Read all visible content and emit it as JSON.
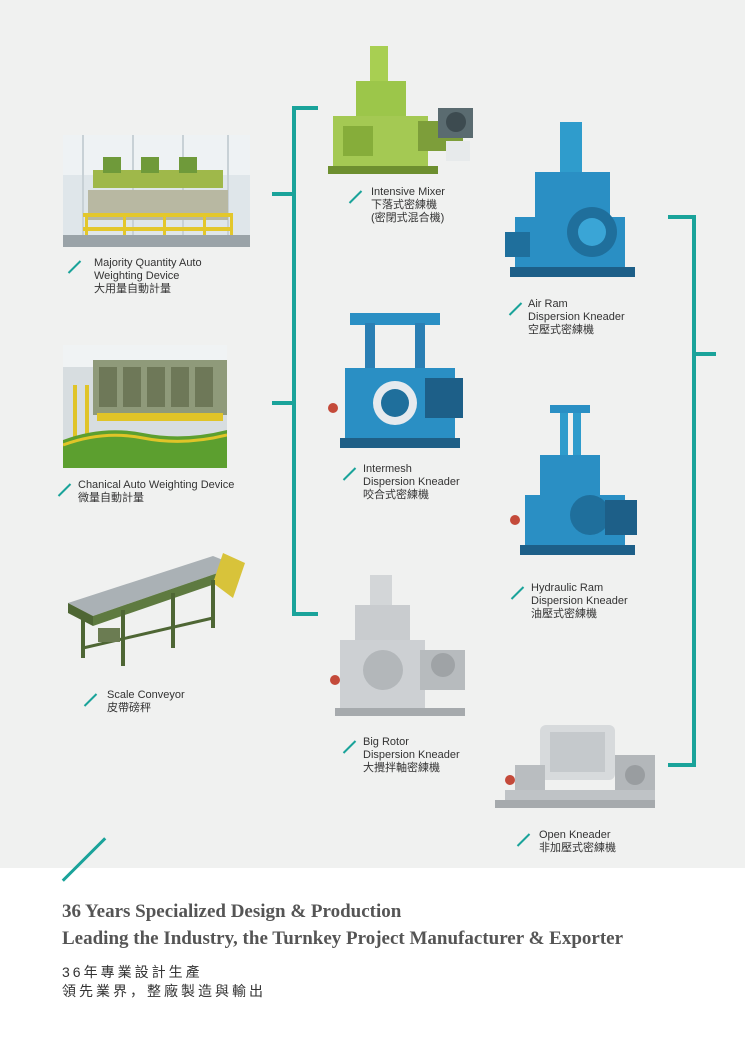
{
  "products": {
    "majority_weighting": {
      "en1": "Majority Quantity Auto",
      "en2": "Weighting Device",
      "cn": "大用量自動計量"
    },
    "chemical_weighting": {
      "en1": "Chanical Auto Weighting Device",
      "cn": "微量自動計量"
    },
    "scale_conveyor": {
      "en1": "Scale Conveyor",
      "cn": "皮帶磅秤"
    },
    "intensive_mixer": {
      "en1": "Intensive Mixer",
      "cn1": "下落式密練機",
      "cn2": "(密閉式混合機)"
    },
    "intermesh_kneader": {
      "en1": "Intermesh",
      "en2": "Dispersion Kneader",
      "cn": "咬合式密練機"
    },
    "big_rotor_kneader": {
      "en1": "Big Rotor",
      "en2": "Dispersion Kneader",
      "cn": "大攪拌軸密練機"
    },
    "air_ram_kneader": {
      "en1": "Air Ram",
      "en2": "Dispersion Kneader",
      "cn": "空壓式密練機"
    },
    "hydraulic_ram_kneader": {
      "en1": "Hydraulic Ram",
      "en2": "Dispersion Kneader",
      "cn": "油壓式密練機"
    },
    "open_kneader": {
      "en1": "Open Kneader",
      "cn": "非加壓式密練機"
    }
  },
  "footer": {
    "headline1": "36 Years Specialized Design & Production",
    "headline2": "Leading the Industry, the Turnkey Project Manufacturer & Exporter",
    "cn1": "36年專業設計生產",
    "cn2": "領先業界，整廠製造與輸出"
  },
  "colors": {
    "accent": "#1aa39a",
    "machine_blue": "#2a8fc4",
    "machine_green": "#9cc64a",
    "machine_gray": "#c9cccf"
  }
}
